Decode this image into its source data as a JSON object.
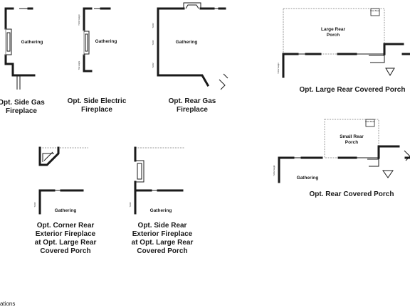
{
  "options": [
    {
      "caption_lines": [
        "Opt. Side Gas",
        "Fireplace"
      ],
      "room": "Gathering"
    },
    {
      "caption_lines": [
        "Opt. Side Electric",
        "Fireplace"
      ],
      "room": "Gathering",
      "wall_notes": [
        "TV/AV\nHeight",
        "Tile\nHeight"
      ]
    },
    {
      "caption_lines": [
        "Opt. Rear Gas",
        "Fireplace"
      ],
      "room": "Gathering",
      "wall_notes": [
        "TV/AV",
        "TV/AV",
        "TV/AV"
      ]
    },
    {
      "caption": "Opt. Large Rear Covered Porch",
      "room": "Large Rear\nPorch",
      "wall_notes": [
        "Clear\nBeam",
        "TV/AV\nHeight"
      ]
    },
    {
      "caption_lines": [
        "Opt. Corner Rear",
        "Exterior Fireplace",
        "at Opt. Large Rear",
        "Covered Porch"
      ],
      "room": "Gathering",
      "wall_notes": [
        "TV/AV"
      ]
    },
    {
      "caption_lines": [
        "Opt. Side Rear",
        "Exterior Fireplace",
        "at Opt. Large Rear",
        "Covered Porch"
      ],
      "room": "Gathering",
      "wall_notes": [
        "TV/AV"
      ]
    },
    {
      "caption": "Opt. Rear Covered Porch",
      "room": "Small Rear\nPorch",
      "room2": "Gathering",
      "wall_notes": [
        "Clear\nBeam",
        "TV/AV\nHeight"
      ]
    }
  ],
  "footer_text": "ations"
}
